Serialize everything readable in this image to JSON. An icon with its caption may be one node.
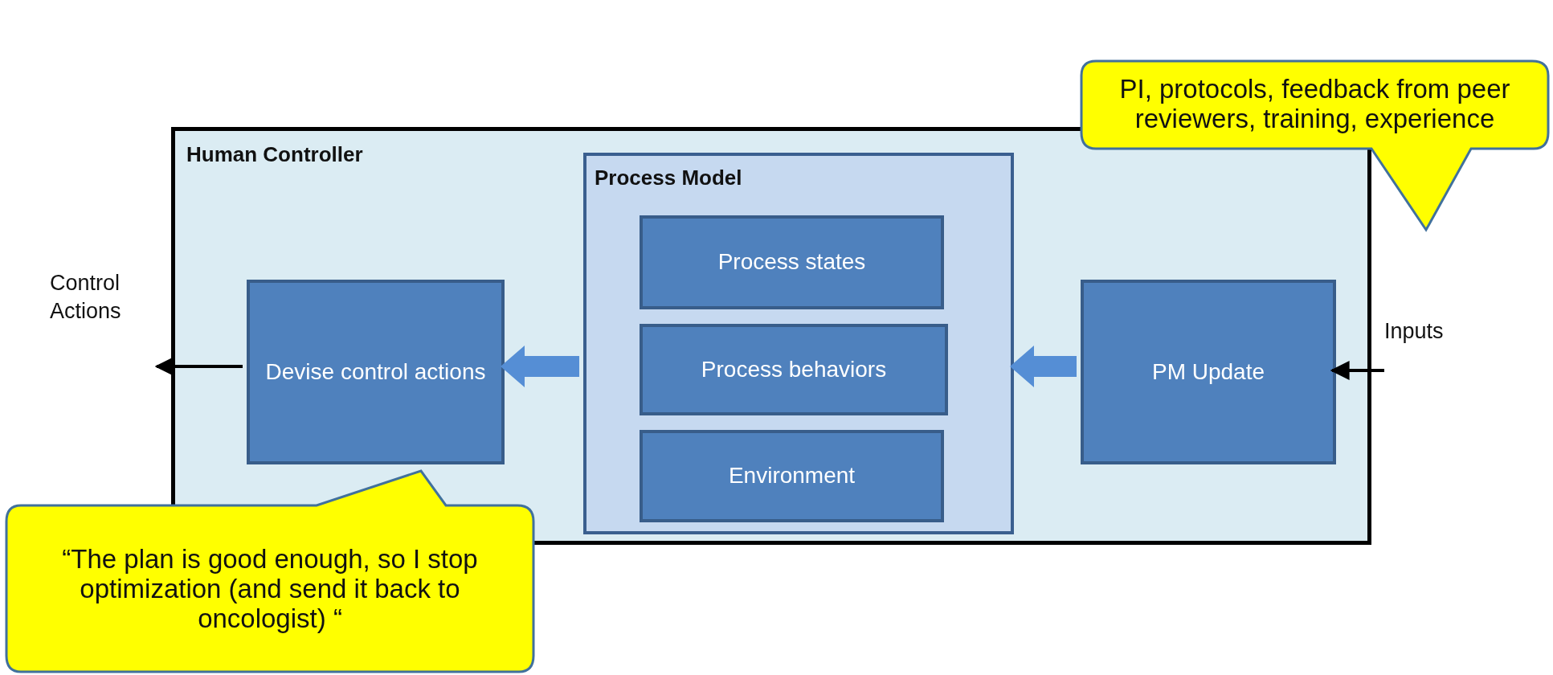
{
  "diagram": {
    "nodes": [
      {
        "text": [
          "Human Controller"
        ]
      },
      {
        "text": [
          "Process Model"
        ],
        "in": 0
      },
      {
        "text": [
          "Process states"
        ],
        "in": 1
      },
      {
        "text": [
          "Process behaviors"
        ],
        "in": 1
      },
      {
        "text": [
          "Environment"
        ],
        "in": 1
      },
      {
        "text": [
          "Devise control actions"
        ],
        "in": 0
      },
      {
        "text": [
          "PM Update"
        ],
        "in": 0
      },
      {
        "text": [
          "Control Actions"
        ]
      },
      {
        "text": [
          "Inputs"
        ]
      },
      {
        "text": [
          "PI, protocols, feedback from peer reviewers, training, experience"
        ]
      },
      {
        "text": [
          "“The plan is good enough, so I stop optimization (and send it back to oncologist) “"
        ]
      }
    ],
    "edges": [
      {
        "from": 5,
        "to": 7,
        "arrow": "to"
      },
      {
        "from": 8,
        "to": 6,
        "arrow": "to"
      },
      {
        "from": 1,
        "to": 5,
        "arrow": "to",
        "style": "thick",
        "color": "#558ed5"
      },
      {
        "from": 6,
        "to": 1,
        "arrow": "to",
        "style": "thick",
        "color": "#558ed5"
      }
    ]
  }
}
